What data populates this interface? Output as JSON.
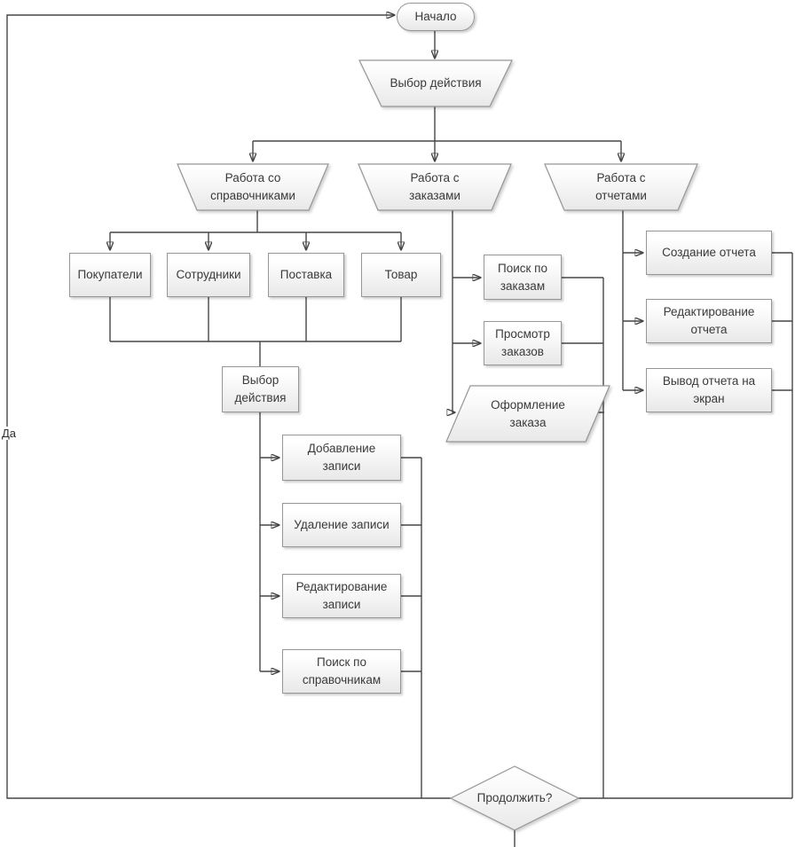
{
  "nodes": {
    "start": "Начало",
    "choose_action": "Выбор действия",
    "work_directories": "Работа со\nсправочниками",
    "work_orders": "Работа с\nзаказами",
    "work_reports": "Работа с\nотчетами",
    "buyers": "Покупатели",
    "employees": "Сотрудники",
    "supply": "Поставка",
    "goods": "Товар",
    "choose_action2": "Выбор\nдействия",
    "add_record": "Добавление\nзаписи",
    "delete_record": "Удаление записи",
    "edit_record": "Редактирование\nзаписи",
    "search_directories": "Поиск по\nсправочникам",
    "search_orders": "Поиск по\nзаказам",
    "view_orders": "Просмотр\nзаказов",
    "place_order": "Оформление\nзаказа",
    "create_report": "Создание отчета",
    "edit_report": "Редактирование\nотчета",
    "display_report": "Вывод отчета на\nэкран",
    "continue_q": "Продолжить?"
  },
  "edge_labels": {
    "yes": "Да"
  },
  "colors": {
    "line": "#474747",
    "shape_border": "#969696",
    "shape_fill_top": "#ffffff",
    "shape_fill_bottom": "#e8e8e8",
    "text": "#3a3a3a"
  }
}
